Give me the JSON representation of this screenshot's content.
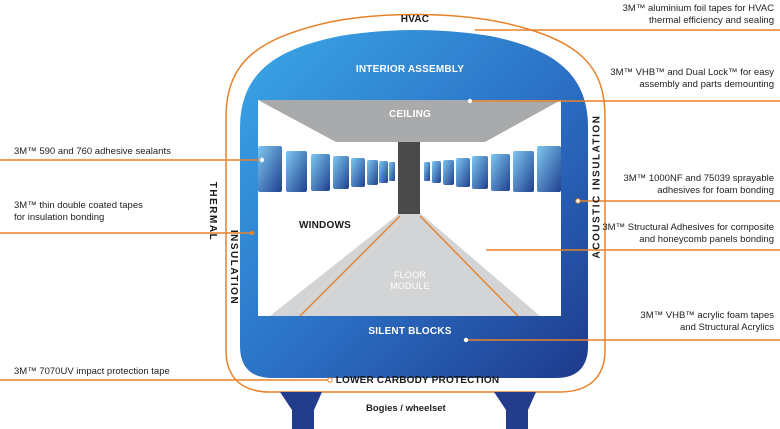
{
  "labels": {
    "hvac": "HVAC",
    "interior_assembly": "INTERIOR ASSEMBLY",
    "ceiling": "CEILING",
    "windows": "WINDOWS",
    "floor_module_line1": "FLOOR",
    "floor_module_line2": "MODULE",
    "silent_blocks": "SILENT BLOCKS",
    "lower_carbody_protection": "LOWER CARBODY PROTECTION",
    "bogies_wheelset": "Bogies / wheelset",
    "thermal_insulation_1": "THERMAL",
    "thermal_insulation_2": "INSULATION",
    "acoustic_insulation": "ACOUSTIC INSULATION"
  },
  "callouts_right": [
    {
      "line1": "3M™ aluminium foil tapes for HVAC",
      "line2": "thermal efficiency and sealing"
    },
    {
      "line1": "3M™ VHB™ and Dual Lock™ for easy",
      "line2": "assembly and parts demounting"
    },
    {
      "line1": "3M™ 1000NF and 75039 sprayable",
      "line2": "adhesives for foam bonding"
    },
    {
      "line1": "3M™ Structural Adhesives for composite",
      "line2": "and honeycomb panels bonding"
    },
    {
      "line1": "3M™ VHB™ acrylic foam tapes",
      "line2": "and Structural Acrylics"
    }
  ],
  "callouts_left": [
    {
      "line1": "3M™ 590 and 760 adhesive sealants",
      "line2": ""
    },
    {
      "line1": "3M™ thin double coated tapes",
      "line2": "for insulation bonding"
    },
    {
      "line1": "3M™ 7070UV impact protection tape",
      "line2": ""
    }
  ],
  "colors": {
    "orange": "#e8822a",
    "blue_dark": "#1f3f8f",
    "blue_light": "#3aa0e0",
    "ceiling_grey": "#a9aaab",
    "floor_grey": "#cfd0d1",
    "pillar": "#4a4a4a",
    "bogie": "#243c8c"
  }
}
